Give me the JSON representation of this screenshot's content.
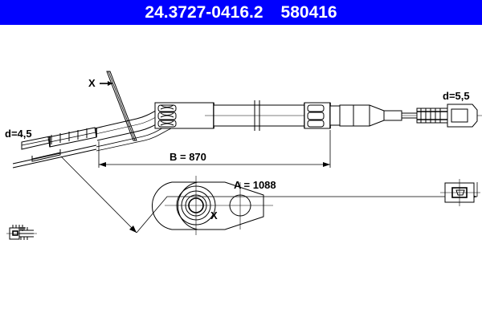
{
  "header": {
    "part_number": "24.3727-0416.2",
    "article_number": "580416"
  },
  "drawing": {
    "title": "brake-cable-technical-drawing",
    "labels": {
      "diameter_left": "d=4,5",
      "diameter_right": "d=5,5",
      "dimension_b": "B = 870",
      "dimension_a": "A = 1088",
      "view_marker_top": "X",
      "view_marker_bracket": "X",
      "view_arrow": "→"
    },
    "dimensions": {
      "b_value": 870,
      "a_value": 1088,
      "d_left_value": 4.5,
      "d_right_value": 5.5,
      "units": "mm"
    },
    "colors": {
      "banner": "#0000ff",
      "banner_text": "#ffffff",
      "line": "#000000",
      "background": "#ffffff"
    }
  }
}
